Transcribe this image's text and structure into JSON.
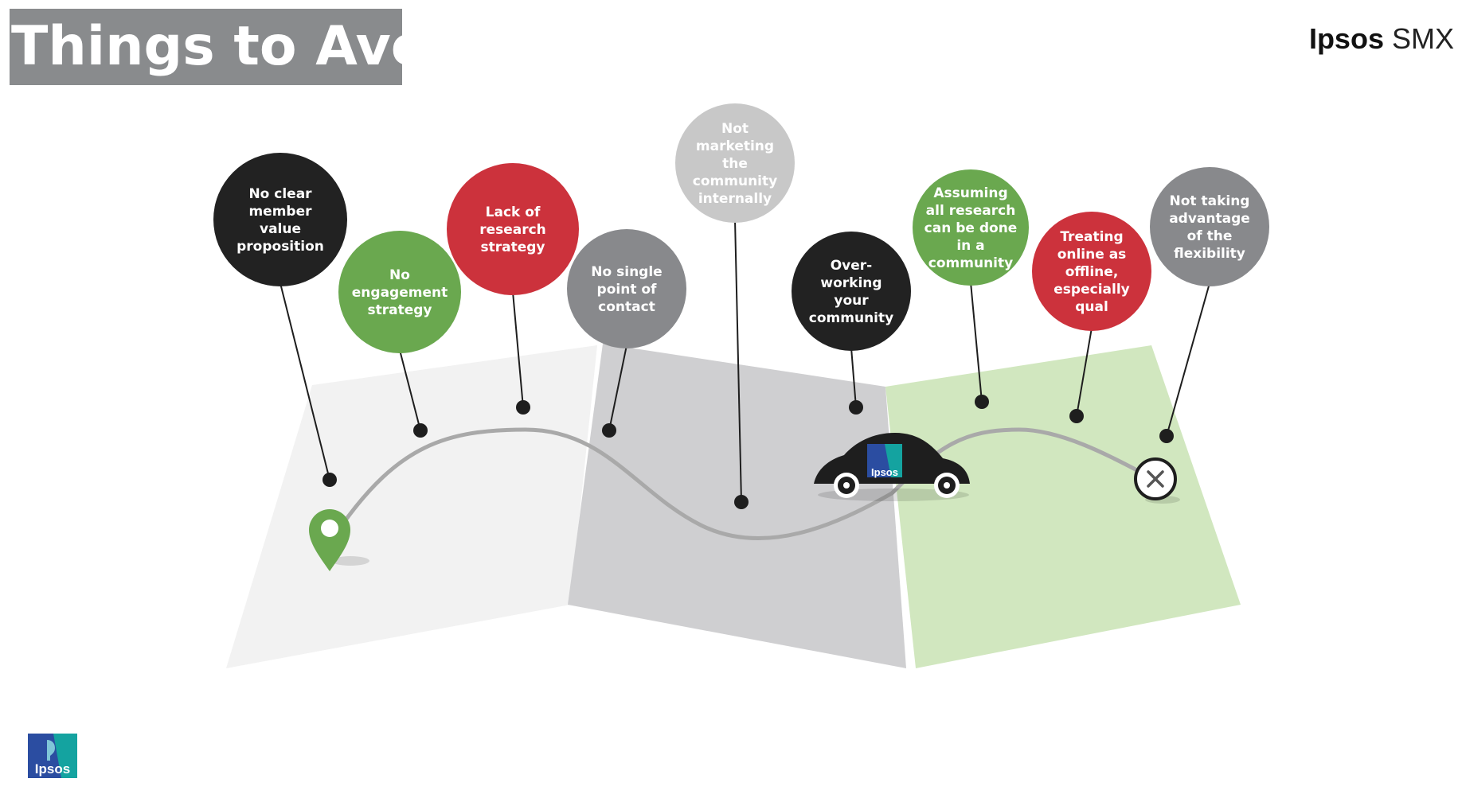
{
  "title": "Things to Avoid",
  "brand": {
    "name": "Ipsos",
    "product": "SMX"
  },
  "colors": {
    "title_bg": "#898b8d",
    "black": "#222222",
    "green": "#6aa84f",
    "red": "#cc323c",
    "dark_gray": "#88898c",
    "light_gray": "#c8c8c8",
    "map_left": "#f2f2f2",
    "map_middle": "#cfcfd1",
    "map_right": "#d1e7bf"
  },
  "bubbles": [
    {
      "id": "no-member-value",
      "lines": [
        "No clear",
        "member",
        "value",
        "proposition"
      ],
      "color": "black"
    },
    {
      "id": "no-engagement",
      "lines": [
        "No",
        "engagement",
        "strategy"
      ],
      "color": "green"
    },
    {
      "id": "no-research",
      "lines": [
        "Lack of",
        "research",
        "strategy"
      ],
      "color": "red"
    },
    {
      "id": "no-contact",
      "lines": [
        "No single",
        "point of",
        "contact"
      ],
      "color": "dark_gray"
    },
    {
      "id": "no-marketing",
      "lines": [
        "Not",
        "marketing",
        "the",
        "community",
        "internally"
      ],
      "color": "light_gray"
    },
    {
      "id": "over-working",
      "lines": [
        "Over-",
        "working",
        "your",
        "community"
      ],
      "color": "black"
    },
    {
      "id": "all-research",
      "lines": [
        "Assuming",
        "all research",
        "can be done",
        "in a",
        "community"
      ],
      "color": "green"
    },
    {
      "id": "online-offline",
      "lines": [
        "Treating",
        "online as",
        "offline,",
        "especially",
        "qual"
      ],
      "color": "red"
    },
    {
      "id": "flexibility",
      "lines": [
        "Not taking",
        "advantage",
        "of the",
        "flexibility"
      ],
      "color": "dark_gray"
    }
  ],
  "car_logo": "Ipsos",
  "footer_logo": "Ipsos",
  "icons": [
    "map-pin-icon",
    "car-icon",
    "end-x-icon"
  ]
}
